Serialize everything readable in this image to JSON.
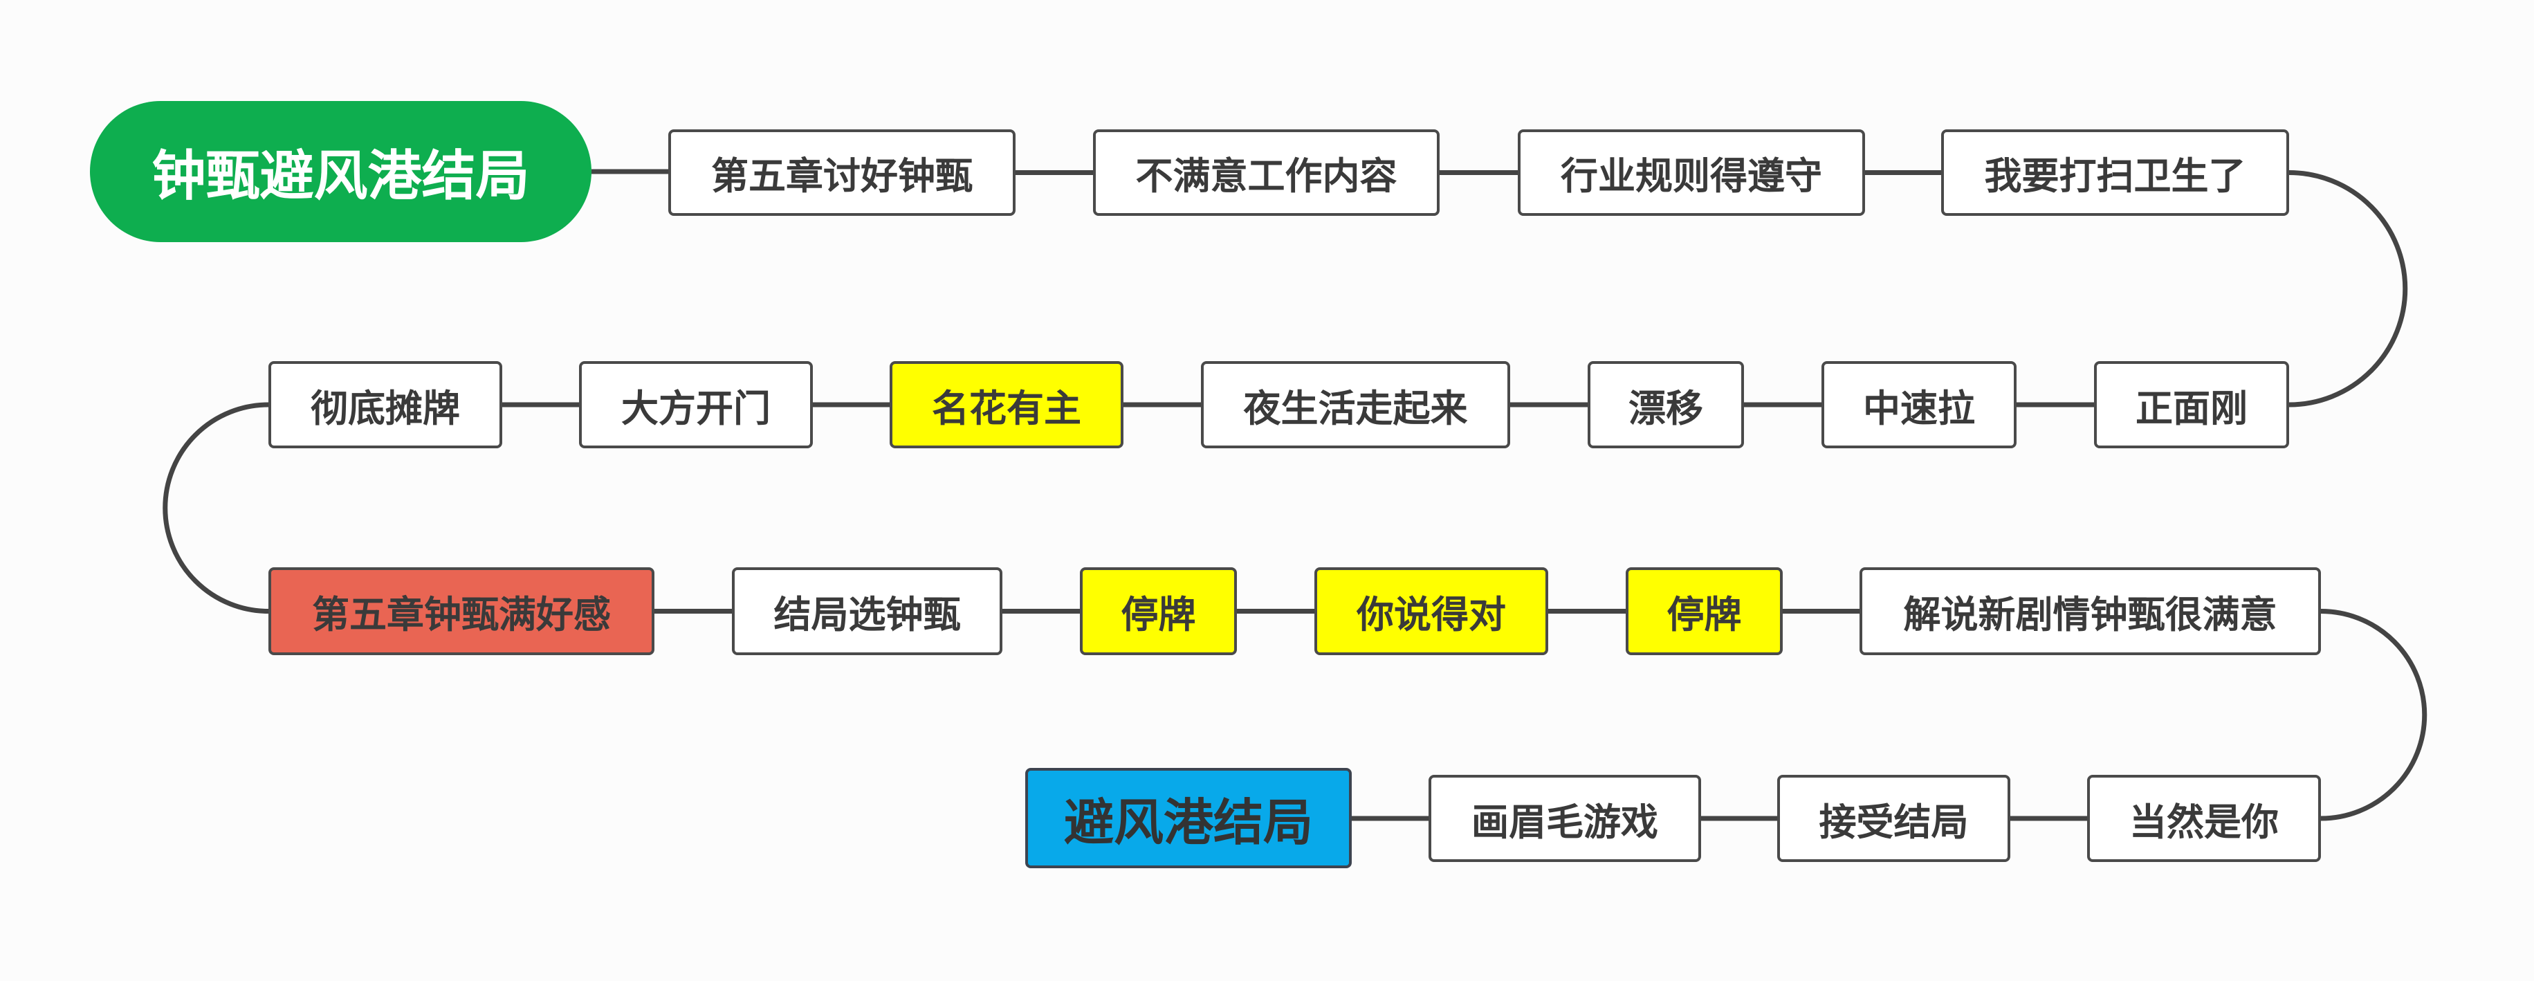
{
  "colors": {
    "connector": "#444444",
    "start": "#0eae4f",
    "highlight": "#ffff00",
    "milestone": "#e96553",
    "end": "#08a9ea"
  },
  "start": "钟甄避风港结局",
  "row1": [
    "第五章讨好钟甄",
    "不满意工作内容",
    "行业规则得遵守",
    "我要打扫卫生了"
  ],
  "row2": [
    "正面刚",
    "中速拉",
    "漂移",
    "夜生活走起来",
    "名花有主",
    "大方开门",
    "彻底摊牌"
  ],
  "row3": [
    "第五章钟甄满好感",
    "结局选钟甄",
    "停牌",
    "你说得对",
    "停牌",
    "解说新剧情钟甄很满意"
  ],
  "row4": [
    "当然是你",
    "接受结局",
    "画眉毛游戏"
  ],
  "end": "避风港结局"
}
